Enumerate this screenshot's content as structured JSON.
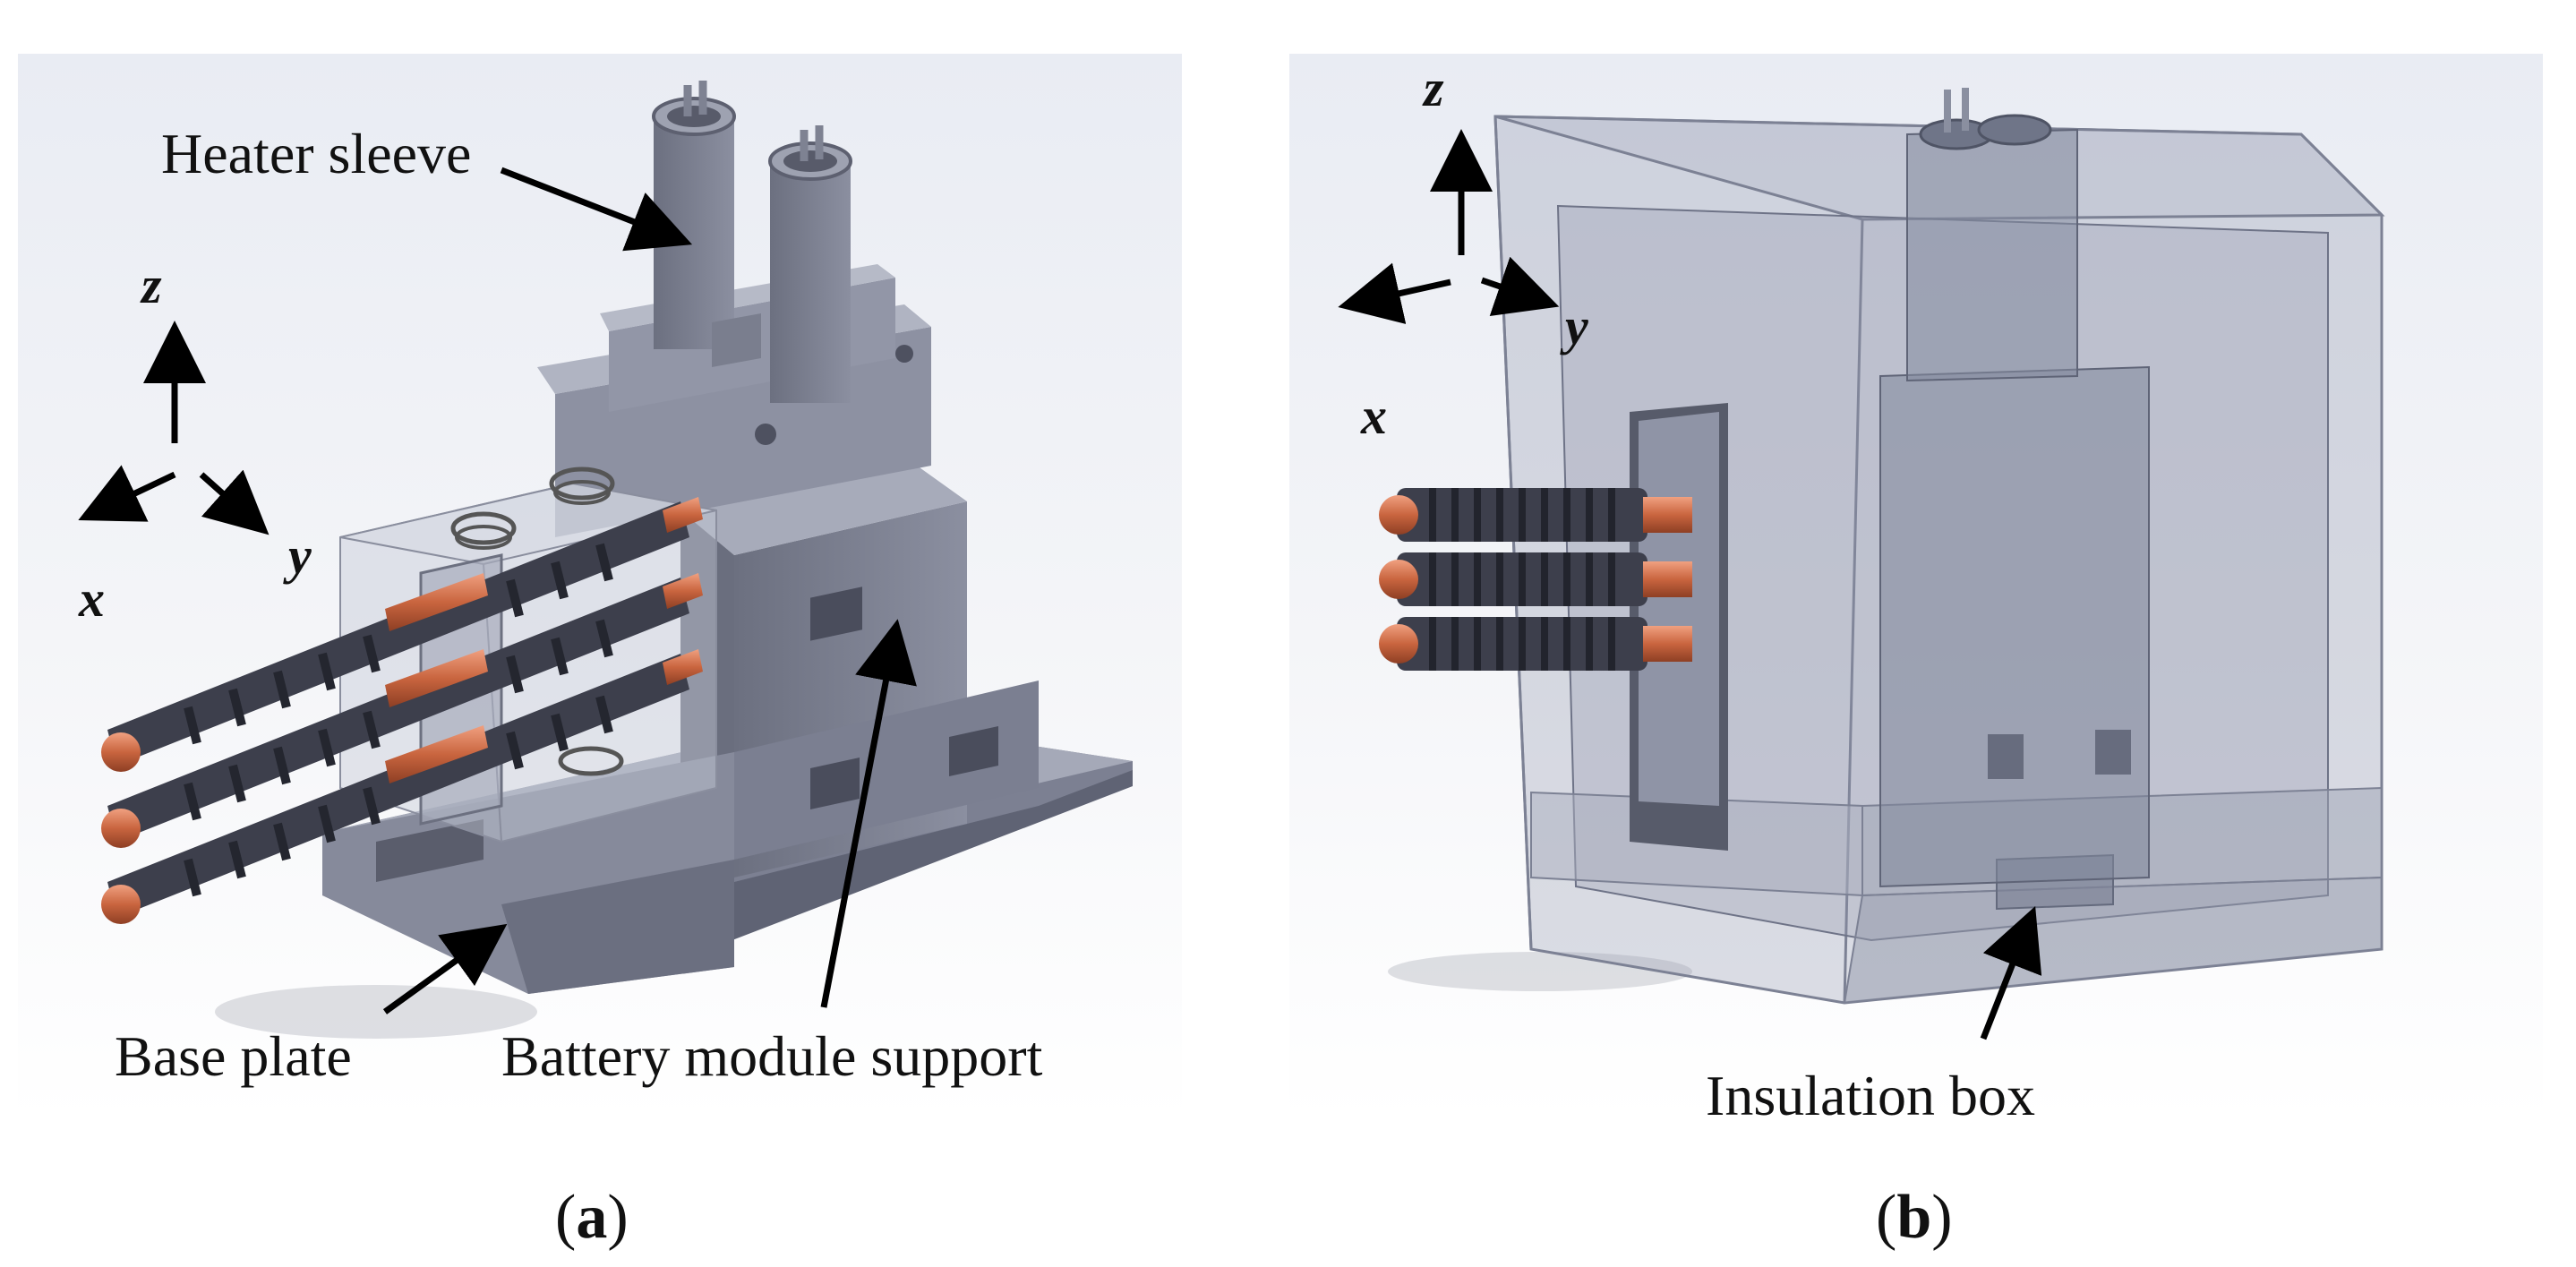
{
  "panel_a": {
    "labels": {
      "heater_sleeve": "Heater sleeve",
      "base_plate": "Base plate",
      "battery_module_support": "Battery module support"
    },
    "axes": {
      "z": "z",
      "x": "x",
      "y": "y"
    },
    "caption_open": "(",
    "caption_letter": "a",
    "caption_close": ")"
  },
  "panel_b": {
    "labels": {
      "insulation_box": "Insulation box"
    },
    "axes": {
      "z": "z",
      "x": "x",
      "y": "y"
    },
    "caption_open": "(",
    "caption_letter": "b",
    "caption_close": ")"
  },
  "colors": {
    "metal": "#8a8e9e",
    "metal_dark": "#5c6070",
    "copper": "#d0704e",
    "fin": "#3a3c48",
    "glass": "#b7bccb"
  }
}
